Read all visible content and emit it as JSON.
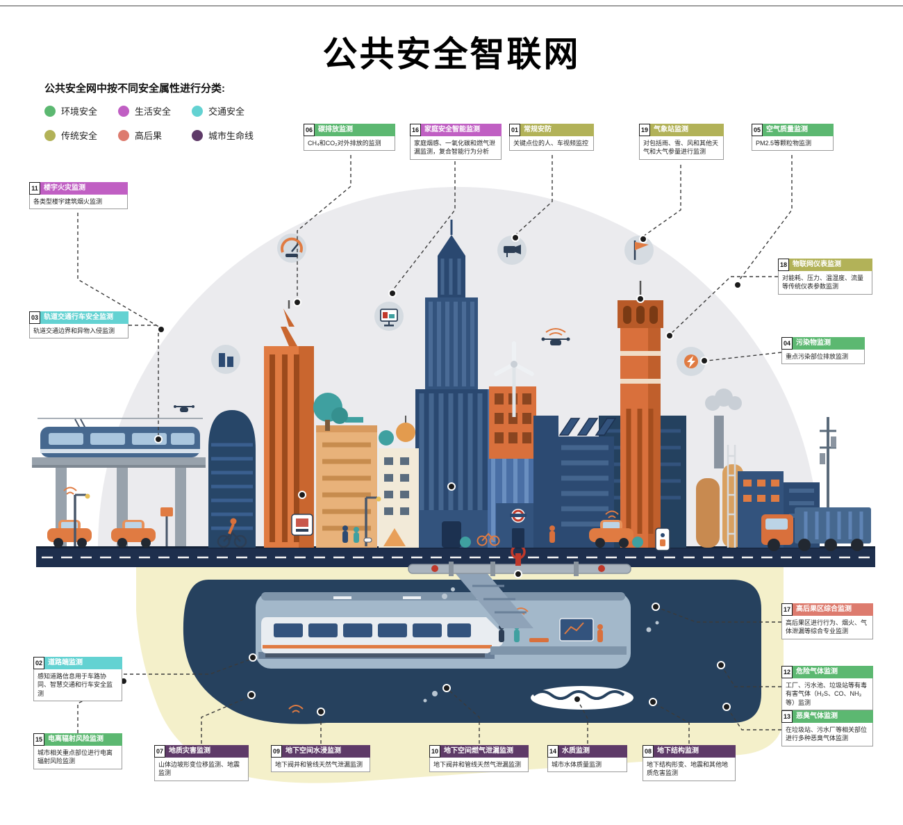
{
  "title": "公共安全智联网",
  "subtitle": "公共安全网中按不同安全属性进行分类:",
  "colors": {
    "environment_green": "#5cb871",
    "life_magenta": "#c05fc3",
    "traffic_cyan": "#63d2d2",
    "traditional_olive": "#b2b258",
    "high_consequence_salmon": "#dd7b6e",
    "lifeline_purple": "#5e3a68"
  },
  "legend": {
    "items": [
      {
        "label": "环境安全",
        "color": "#5cb871"
      },
      {
        "label": "生活安全",
        "color": "#c05fc3"
      },
      {
        "label": "交通安全",
        "color": "#63d2d2"
      },
      {
        "label": "传统安全",
        "color": "#b2b258"
      },
      {
        "label": "高后果",
        "color": "#dd7b6e"
      },
      {
        "label": "城市生命线",
        "color": "#5e3a68"
      }
    ]
  },
  "callouts": [
    {
      "num": "01",
      "title": "常规安防",
      "body": "关键点位的人、车视频监控"
    },
    {
      "num": "02",
      "title": "道路端监测",
      "body": "感知道路信息用于车路协同、智慧交通和行车安全监测"
    },
    {
      "num": "03",
      "title": "轨道交通行车安全监测",
      "body": "轨道交通边界和异物入侵监测"
    },
    {
      "num": "04",
      "title": "污染物监测",
      "body": "重点污染部位排放监测"
    },
    {
      "num": "05",
      "title": "空气质量监测",
      "body": "PM2.5等颗粒物监测"
    },
    {
      "num": "06",
      "title": "碳排放监测",
      "body": "CH₄和CO₂对外排放的监测"
    },
    {
      "num": "07",
      "title": "地质灾害监测",
      "body": "山体边坡形变位移监测、地震监测"
    },
    {
      "num": "08",
      "title": "地下结构监测",
      "body": "地下结构形变、地震和其他地质危害监测"
    },
    {
      "num": "09",
      "title": "地下空间水浸监测",
      "body": "地下阀井和管线天然气泄漏监测"
    },
    {
      "num": "10",
      "title": "地下空间燃气泄漏监测",
      "body": "地下阀井和管线天然气泄漏监测"
    },
    {
      "num": "11",
      "title": "楼宇火灾监测",
      "body": "各类型楼宇建筑烟火监测"
    },
    {
      "num": "12",
      "title": "危险气体监测",
      "body": "工厂、污水池、垃圾站等有毒有害气体（H₂S、CO、NH₃等）监测"
    },
    {
      "num": "13",
      "title": "恶臭气体监测",
      "body": "在垃圾站、污水厂等相关部位进行多种恶臭气体监测"
    },
    {
      "num": "14",
      "title": "水质监测",
      "body": "城市水体质量监测"
    },
    {
      "num": "15",
      "title": "电离辐射风险监测",
      "body": "城市相关重点部位进行电离辐射风险监测"
    },
    {
      "num": "16",
      "title": "家庭安全智能监测",
      "body": "家庭烟感、一氧化碳和燃气泄漏监测，复合智能行为分析"
    },
    {
      "num": "17",
      "title": "高后果区综合监测",
      "body": "高后果区进行行为、烟火、气体泄漏等综合专业监测"
    },
    {
      "num": "18",
      "title": "物联网仪表监测",
      "body": "对能耗、压力、温湿度、流量等传统仪表参数监测"
    },
    {
      "num": "19",
      "title": "气象站监测",
      "body": "对包括雨、雪、风和其他天气和大气参量进行监测"
    }
  ]
}
